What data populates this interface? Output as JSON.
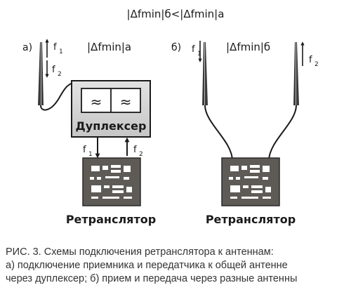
{
  "header": {
    "condition": "|Δfmin|б<|Δfmin|а"
  },
  "panel_a": {
    "label": "а)",
    "delta_label": "|Δfmin|а",
    "f1": "f",
    "f1_sub": "1",
    "f2": "f",
    "f2_sub": "2",
    "duplexer_label": "Дуплексер",
    "line_f1": "f",
    "line_f1_sub": "1",
    "line_f2": "f",
    "line_f2_sub": "2",
    "repeater_label": "Ретранслятор",
    "filter_symbol": "≈"
  },
  "panel_b": {
    "label": "б)",
    "delta_label": "|Δfmin|б",
    "f1": "f",
    "f1_sub": "1",
    "f2": "f",
    "f2_sub": "2",
    "repeater_label": "Ретранслятор"
  },
  "caption": {
    "line1": "РИС. 3. Схемы подключения ретранслятора к антеннам:",
    "line2": "а) подключение приемника и передатчика к общей антенне",
    "line3": "через дуплексер; б) прием и передача через разные антенны"
  }
}
